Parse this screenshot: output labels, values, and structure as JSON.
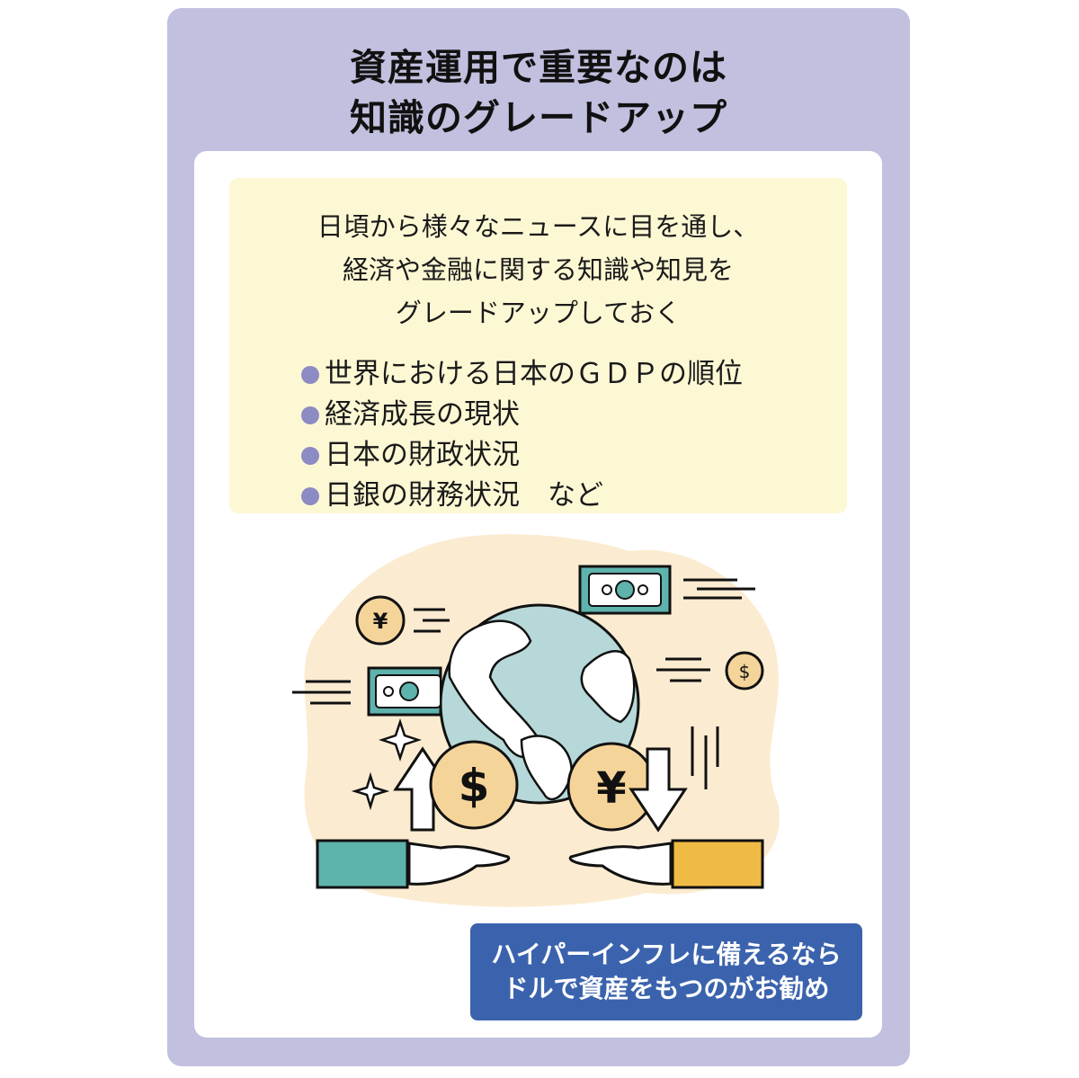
{
  "panel": {
    "title_line1": "資産運用で重要なのは",
    "title_line2": "知識のグレードアップ",
    "background_color": "#c2c0df"
  },
  "info_box": {
    "intro_line1": "日頃から様々なニュースに目を通し、",
    "intro_line2": "経済や金融に関する知識や知見を",
    "intro_line3": "グレードアップしておく",
    "bullets": [
      {
        "label": "世界における日本のＧＤＰの順位"
      },
      {
        "label": "経済成長の現状"
      },
      {
        "label": "日本の財政状況"
      },
      {
        "label": "日銀の財務状況　など"
      }
    ],
    "background_color": "#fdf8d4",
    "bullet_color": "#8d8bc4"
  },
  "illustration": {
    "description": "globe with currency exchange",
    "icons": [
      "globe-icon",
      "yen-coin-icon",
      "dollar-coin-icon",
      "banknote-icon",
      "up-arrow-icon",
      "down-arrow-icon",
      "sparkle-icon",
      "hand-icon"
    ],
    "dollar_symbol": "$",
    "yen_symbol": "¥"
  },
  "callout": {
    "line1": "ハイパーインフレに備えるなら",
    "line2": "ドルで資産をもつのがお勧め",
    "background_color": "#3b63ad"
  }
}
